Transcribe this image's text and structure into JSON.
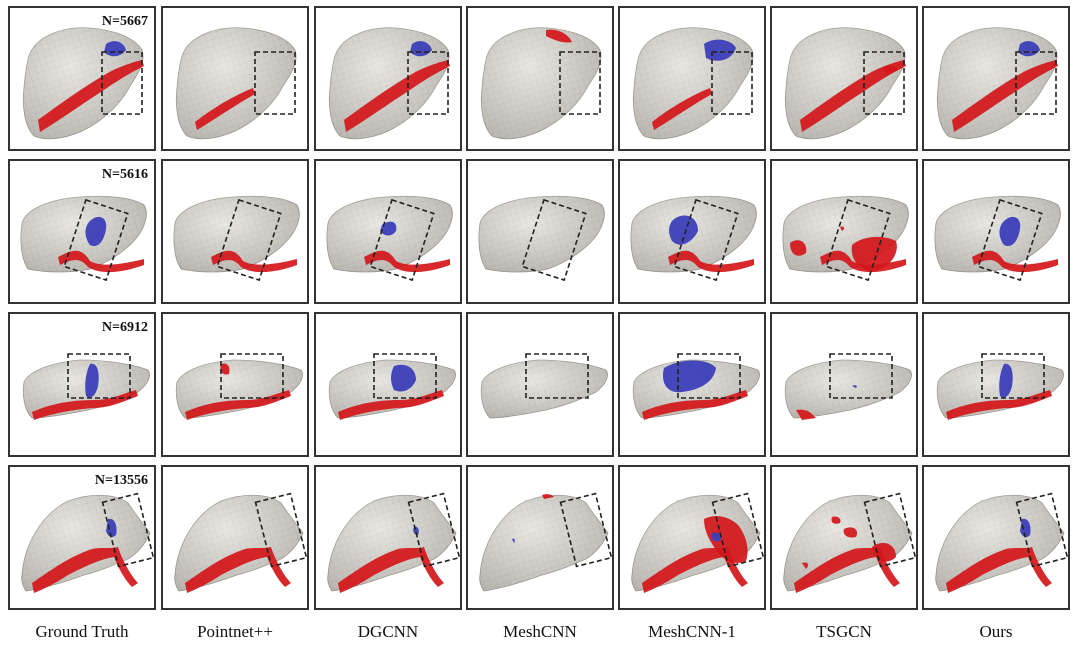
{
  "columns": [
    {
      "key": "gt",
      "label": "Ground Truth"
    },
    {
      "key": "pointnet",
      "label": "Pointnet++"
    },
    {
      "key": "dgcnn",
      "label": "DGCNN"
    },
    {
      "key": "meshcnn",
      "label": "MeshCNN"
    },
    {
      "key": "meshcnn1",
      "label": "MeshCNN-1"
    },
    {
      "key": "tsgcn",
      "label": "TSGCN"
    },
    {
      "key": "ours",
      "label": "Ours"
    }
  ],
  "rows": [
    {
      "n_label": "N=5667",
      "shape": "A",
      "cells": [
        {
          "red": "m1",
          "blue": "b1"
        },
        {
          "red": "m1s",
          "blue": null
        },
        {
          "red": "m1",
          "blue": "b1"
        },
        {
          "red": "top",
          "blue": null
        },
        {
          "red": "m1s",
          "blue": "b1big"
        },
        {
          "red": "m1",
          "blue": null,
          "redextra": "r1spot"
        },
        {
          "red": "m1",
          "blue": "b1"
        }
      ]
    },
    {
      "n_label": "N=5616",
      "shape": "B",
      "cells": [
        {
          "red": "bottom",
          "blue": "b2"
        },
        {
          "red": "bottom",
          "blue": null
        },
        {
          "red": "bottom",
          "blue": "b2s"
        },
        {
          "red": null,
          "blue": null
        },
        {
          "red": "bottom",
          "blue": "b2big"
        },
        {
          "red": "bottomfat",
          "blue": null,
          "redextra": "r2blob"
        },
        {
          "red": "bottom",
          "blue": "b2"
        }
      ]
    },
    {
      "n_label": "N=6912",
      "shape": "C",
      "cells": [
        {
          "red": "bottom3",
          "blue": "b3"
        },
        {
          "red": "bottom3",
          "blue": null,
          "redextra": "r3top"
        },
        {
          "red": "bottom3",
          "blue": "b3big"
        },
        {
          "red": null,
          "blue": null
        },
        {
          "red": "bottom3",
          "blue": "b3huge"
        },
        {
          "red": "bottom3s",
          "blue": "b3tiny"
        },
        {
          "red": "bottom3",
          "blue": "b3"
        }
      ]
    },
    {
      "n_label": "N=13556",
      "shape": "D",
      "cells": [
        {
          "red": "bottom4",
          "blue": "b4"
        },
        {
          "red": "bottom4",
          "blue": null
        },
        {
          "red": "bottom4",
          "blue": "b4s"
        },
        {
          "red": "top4",
          "blue": "b4dot"
        },
        {
          "red": "bottom4",
          "blue": "b4dot2",
          "redextra": "r4big"
        },
        {
          "red": "bottom4",
          "blue": null,
          "redextra": "r4blobs"
        },
        {
          "red": "bottom4",
          "blue": "b4"
        }
      ]
    }
  ],
  "colors": {
    "liver": "#dcdad3",
    "liver_edge": "#b9b6ad",
    "red": "#d4161a",
    "blue": "#3c3fb8",
    "box": "#222222"
  }
}
